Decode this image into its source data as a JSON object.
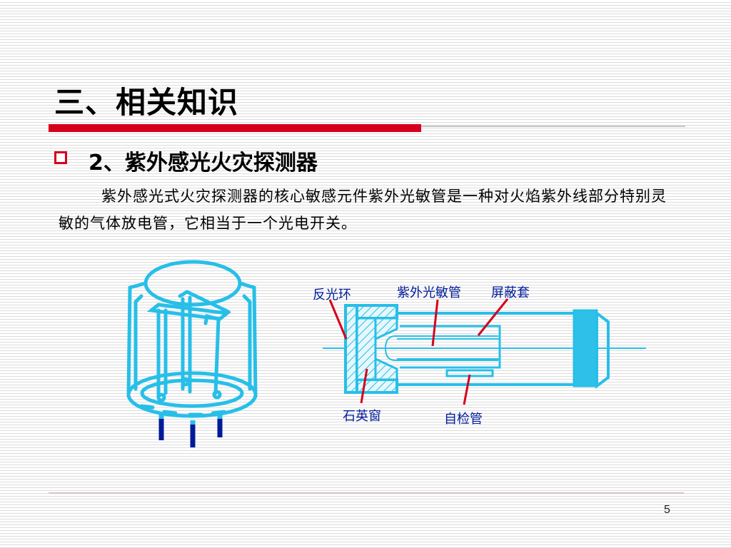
{
  "slide": {
    "title": "三、相关知识",
    "subtitle": "2、紫外感光火灾探测器",
    "body": "紫外感光式火灾探测器的核心敏感元件紫外光敏管是一种对火焰紫外线部分特别灵敏的气体放电管，它相当于一个光电开关。",
    "page_number": "5"
  },
  "diagram": {
    "labels": {
      "reflector_ring": "反光环",
      "uv_tube": "紫外光敏管",
      "shield": "屏蔽套",
      "quartz_window": "石英窗",
      "self_test_tube": "自检管"
    }
  },
  "colors": {
    "accent_red": "#d6001c",
    "diagram_cyan": "#27bfe8",
    "diagram_navy": "#001a99",
    "leader_red": "#d6001c"
  },
  "icons": {
    "bullet": "hollow-square"
  }
}
